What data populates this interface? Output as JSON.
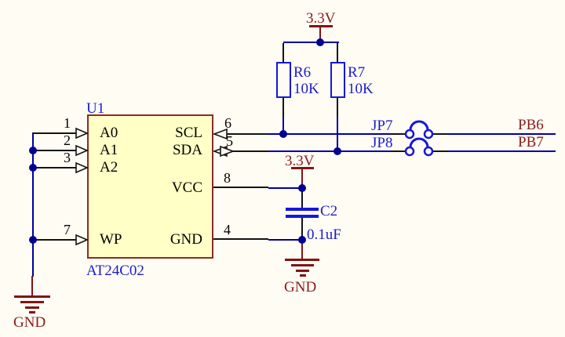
{
  "schematic": {
    "chip": {
      "designator": "U1",
      "part_number": "AT24C02",
      "left_pins": [
        {
          "number": "1",
          "name": "A0"
        },
        {
          "number": "2",
          "name": "A1"
        },
        {
          "number": "3",
          "name": "A2"
        },
        {
          "number": "7",
          "name": "WP"
        }
      ],
      "right_pins": [
        {
          "number": "6",
          "name": "SCL"
        },
        {
          "number": "5",
          "name": "SDA"
        },
        {
          "number": "8",
          "name": "VCC"
        },
        {
          "number": "4",
          "name": "GND"
        }
      ]
    },
    "resistors": [
      {
        "designator": "R6",
        "value": "10K"
      },
      {
        "designator": "R7",
        "value": "10K"
      }
    ],
    "capacitor": {
      "designator": "C2",
      "value": "0.1uF"
    },
    "jumpers": [
      {
        "designator": "JP7"
      },
      {
        "designator": "JP8"
      }
    ],
    "nets": [
      {
        "name": "PB6"
      },
      {
        "name": "PB7"
      }
    ],
    "power_labels": {
      "rail_top": "3.3V",
      "rail_vcc": "3.3V",
      "gnd_left": "GND",
      "gnd_center": "GND"
    },
    "colors": {
      "background": "#FFFCF4",
      "wire_blue": "#0000A0",
      "component_blue": "#1616DD",
      "designator_text_blue": "#1C1CCE",
      "power_net_red": "#8B1A1A",
      "chip_fill": "#FFFFC6",
      "chip_border": "#8B2A2A",
      "pin_black": "#141414"
    }
  }
}
